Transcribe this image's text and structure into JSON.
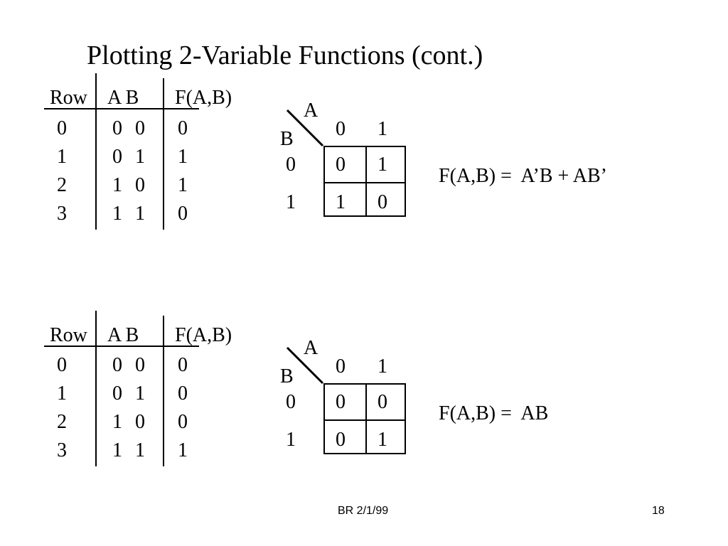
{
  "title": "Plotting 2-Variable Functions (cont.)",
  "examples": [
    {
      "table": {
        "headers": [
          "Row",
          "A B",
          "F(A,B)"
        ],
        "rows": [
          {
            "row": "0",
            "a": "0",
            "b": "0",
            "f": "0"
          },
          {
            "row": "1",
            "a": "0",
            "b": "1",
            "f": "1"
          },
          {
            "row": "2",
            "a": "1",
            "b": "0",
            "f": "1"
          },
          {
            "row": "3",
            "a": "1",
            "b": "1",
            "f": "0"
          }
        ]
      },
      "kmap": {
        "var_a": "A",
        "var_b": "B",
        "col_labels": [
          "0",
          "1"
        ],
        "row_labels": [
          "0",
          "1"
        ],
        "cells": [
          [
            "0",
            "1"
          ],
          [
            "1",
            "0"
          ]
        ]
      },
      "equation": "F(A,B) =  A’B + AB’"
    },
    {
      "table": {
        "headers": [
          "Row",
          "A B",
          "F(A,B)"
        ],
        "rows": [
          {
            "row": "0",
            "a": "0",
            "b": "0",
            "f": "0"
          },
          {
            "row": "1",
            "a": "0",
            "b": "1",
            "f": "0"
          },
          {
            "row": "2",
            "a": "1",
            "b": "0",
            "f": "0"
          },
          {
            "row": "3",
            "a": "1",
            "b": "1",
            "f": "1"
          }
        ]
      },
      "kmap": {
        "var_a": "A",
        "var_b": "B",
        "col_labels": [
          "0",
          "1"
        ],
        "row_labels": [
          "0",
          "1"
        ],
        "cells": [
          [
            "0",
            "0"
          ],
          [
            "0",
            "1"
          ]
        ]
      },
      "equation": "F(A,B) =  AB"
    }
  ],
  "footer": {
    "center": "BR 2/1/99",
    "page_number": "18"
  }
}
